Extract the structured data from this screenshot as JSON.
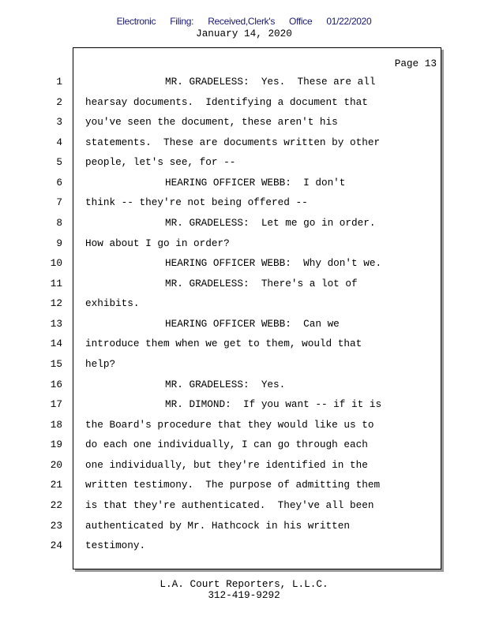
{
  "header": {
    "filing_stamp": [
      "Electronic",
      "Filing:",
      "Received,Clerk's",
      "Office",
      "01/22/2020"
    ],
    "date": "January 14, 2020"
  },
  "page_label": "Page 13",
  "lines": [
    {
      "n": "1",
      "indent": true,
      "text": "MR. GRADELESS:  Yes.  These are all"
    },
    {
      "n": "2",
      "indent": false,
      "text": "hearsay documents.  Identifying a document that"
    },
    {
      "n": "3",
      "indent": false,
      "text": "you've seen the document, these aren't his"
    },
    {
      "n": "4",
      "indent": false,
      "text": "statements.  These are documents written by other"
    },
    {
      "n": "5",
      "indent": false,
      "text": "people, let's see, for --"
    },
    {
      "n": "6",
      "indent": true,
      "text": "HEARING OFFICER WEBB:  I don't"
    },
    {
      "n": "7",
      "indent": false,
      "text": "think -- they're not being offered --"
    },
    {
      "n": "8",
      "indent": true,
      "text": "MR. GRADELESS:  Let me go in order."
    },
    {
      "n": "9",
      "indent": false,
      "text": "How about I go in order?"
    },
    {
      "n": "10",
      "indent": true,
      "text": "HEARING OFFICER WEBB:  Why don't we."
    },
    {
      "n": "11",
      "indent": true,
      "text": "MR. GRADELESS:  There's a lot of"
    },
    {
      "n": "12",
      "indent": false,
      "text": "exhibits."
    },
    {
      "n": "13",
      "indent": true,
      "text": "HEARING OFFICER WEBB:  Can we"
    },
    {
      "n": "14",
      "indent": false,
      "text": "introduce them when we get to them, would that"
    },
    {
      "n": "15",
      "indent": false,
      "text": "help?"
    },
    {
      "n": "16",
      "indent": true,
      "text": "MR. GRADELESS:  Yes."
    },
    {
      "n": "17",
      "indent": true,
      "text": "MR. DIMOND:  If you want -- if it is"
    },
    {
      "n": "18",
      "indent": false,
      "text": "the Board's procedure that they would like us to"
    },
    {
      "n": "19",
      "indent": false,
      "text": "do each one individually, I can go through each"
    },
    {
      "n": "20",
      "indent": false,
      "text": "one individually, but they're identified in the"
    },
    {
      "n": "21",
      "indent": false,
      "text": "written testimony.  The purpose of admitting them"
    },
    {
      "n": "22",
      "indent": false,
      "text": "is that they're authenticated.  They've all been"
    },
    {
      "n": "23",
      "indent": false,
      "text": "authenticated by Mr. Hathcock in his written"
    },
    {
      "n": "24",
      "indent": false,
      "text": "testimony."
    }
  ],
  "footer": {
    "company": "L.A. Court Reporters, L.L.C.",
    "phone": "312-419-9292"
  }
}
